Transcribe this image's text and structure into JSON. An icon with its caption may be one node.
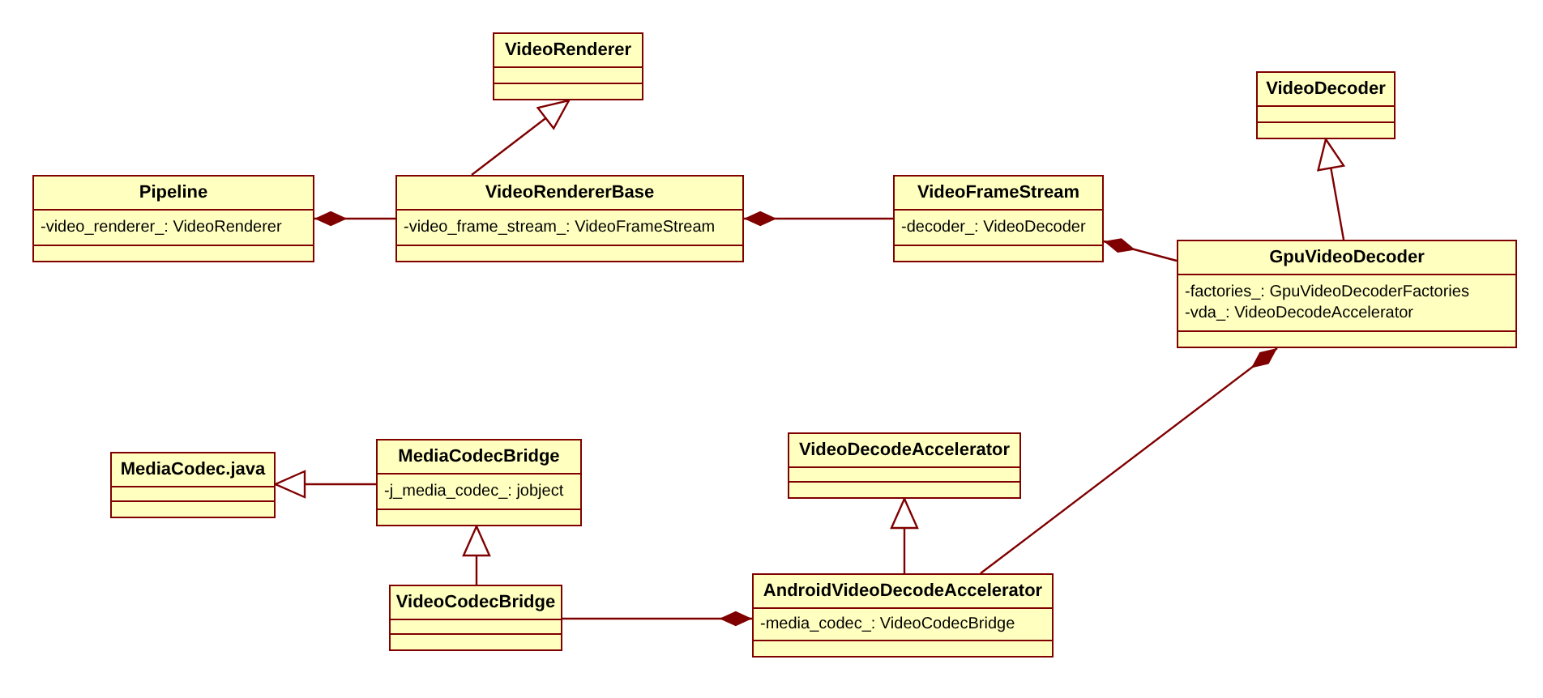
{
  "diagram": {
    "nodes": [
      {
        "text": [
          "VideoRenderer"
        ]
      },
      {
        "text": [
          "Pipeline",
          "-video_renderer_: VideoRenderer"
        ]
      },
      {
        "text": [
          "VideoRendererBase",
          "-video_frame_stream_: VideoFrameStream"
        ]
      },
      {
        "text": [
          "VideoFrameStream",
          "-decoder_: VideoDecoder"
        ]
      },
      {
        "text": [
          "VideoDecoder"
        ]
      },
      {
        "text": [
          "GpuVideoDecoder",
          "-factories_: GpuVideoDecoderFactories",
          "-vda_: VideoDecodeAccelerator"
        ]
      },
      {
        "text": [
          "MediaCodec.java"
        ]
      },
      {
        "text": [
          "MediaCodecBridge",
          "-j_media_codec_: jobject"
        ]
      },
      {
        "text": [
          "VideoDecodeAccelerator"
        ]
      },
      {
        "text": [
          "VideoCodecBridge"
        ]
      },
      {
        "text": [
          "AndroidVideoDecodeAccelerator",
          "-media_codec_: VideoCodecBridge"
        ]
      }
    ],
    "edges": [
      {
        "from": 2,
        "to": 0,
        "arrow": "to"
      },
      {
        "from": 2,
        "to": 1,
        "arrow": "other"
      },
      {
        "from": 3,
        "to": 2,
        "arrow": "other"
      },
      {
        "from": 5,
        "to": 4,
        "arrow": "to"
      },
      {
        "from": 5,
        "to": 3,
        "arrow": "other"
      },
      {
        "from": 10,
        "to": 5,
        "arrow": "other"
      },
      {
        "from": 7,
        "to": 6,
        "arrow": "to"
      },
      {
        "from": 9,
        "to": 7,
        "arrow": "to"
      },
      {
        "from": 10,
        "to": 8,
        "arrow": "to"
      },
      {
        "from": 9,
        "to": 10,
        "arrow": "other"
      }
    ]
  }
}
